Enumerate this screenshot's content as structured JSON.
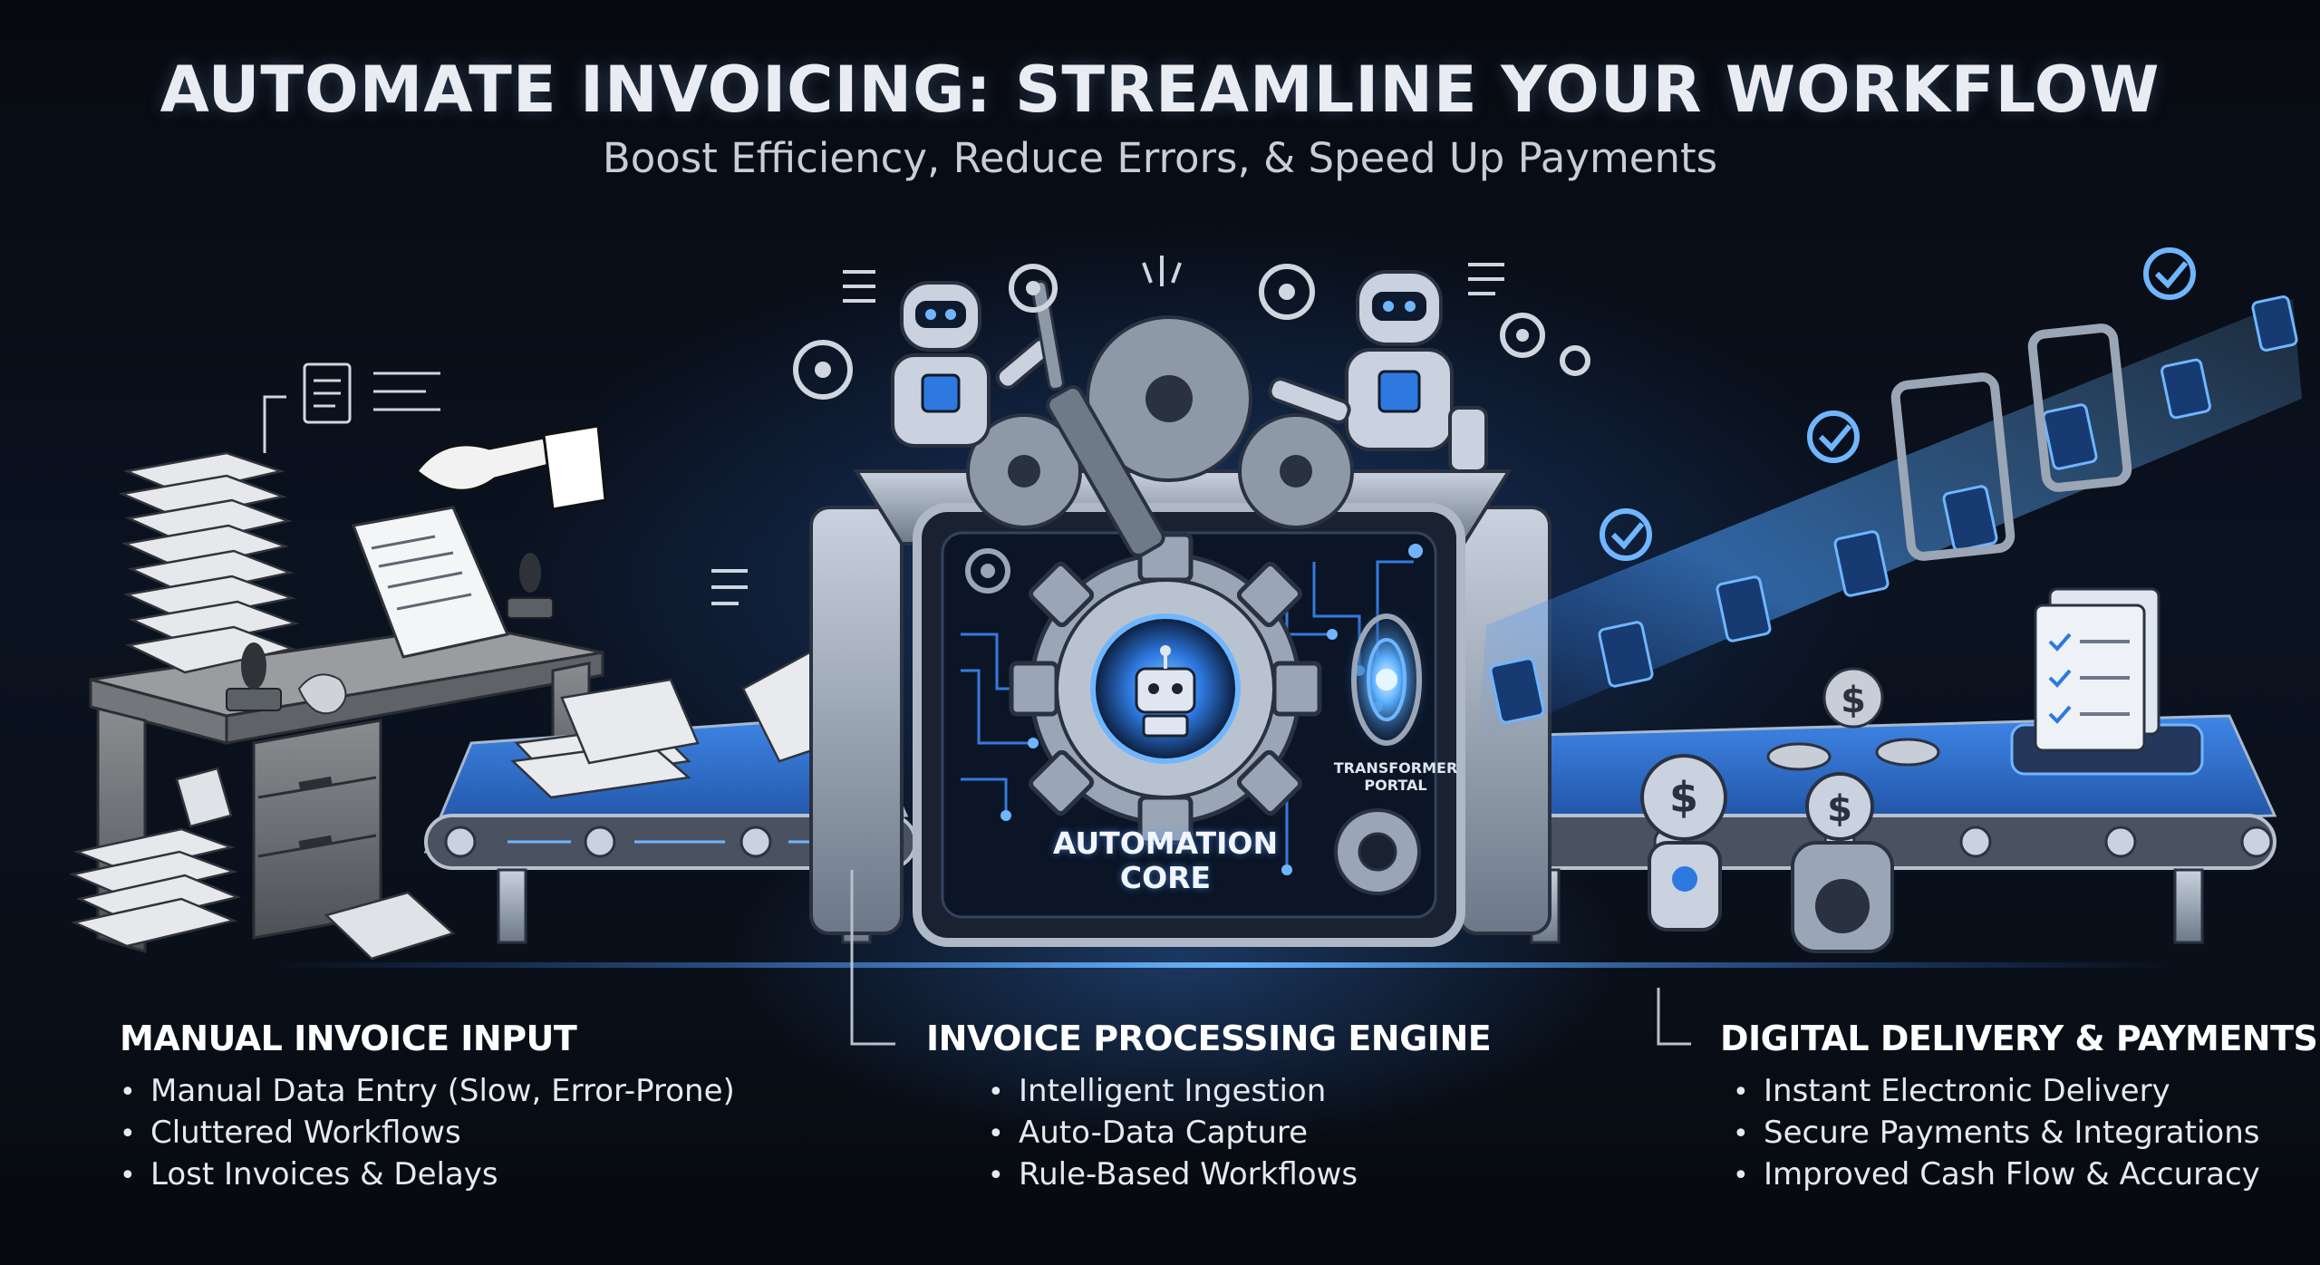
{
  "header": {
    "title": "AUTOMATE INVOICING: STREAMLINE YOUR WORKFLOW",
    "subtitle": "Boost Efficiency, Reduce Errors, & Speed Up Payments"
  },
  "machine": {
    "core_line1": "AUTOMATION",
    "core_line2": "CORE",
    "portal_line1": "TRANSFORMER",
    "portal_line2": "PORTAL"
  },
  "sections": {
    "manual": {
      "title": "MANUAL INVOICE INPUT",
      "items": [
        "Manual Data Entry (Slow, Error-Prone)",
        "Cluttered Workflows",
        "Lost Invoices & Delays"
      ]
    },
    "engine": {
      "title": "INVOICE PROCESSING ENGINE",
      "items": [
        "Intelligent Ingestion",
        "Auto-Data Capture",
        "Rule-Based Workflows"
      ]
    },
    "digital": {
      "title": "DIGITAL DELIVERY & PAYMENTS",
      "items": [
        "Instant Electronic Delivery",
        "Secure Payments & Integrations",
        "Improved Cash Flow & Accuracy"
      ]
    }
  },
  "icons": {
    "bullet": "•",
    "currency": "$"
  },
  "colors": {
    "background": "#070a10",
    "accent_blue": "#3d8cff",
    "glow_blue": "#6fb6ff",
    "steel": "#9aa6b6",
    "text": "#ffffff"
  }
}
